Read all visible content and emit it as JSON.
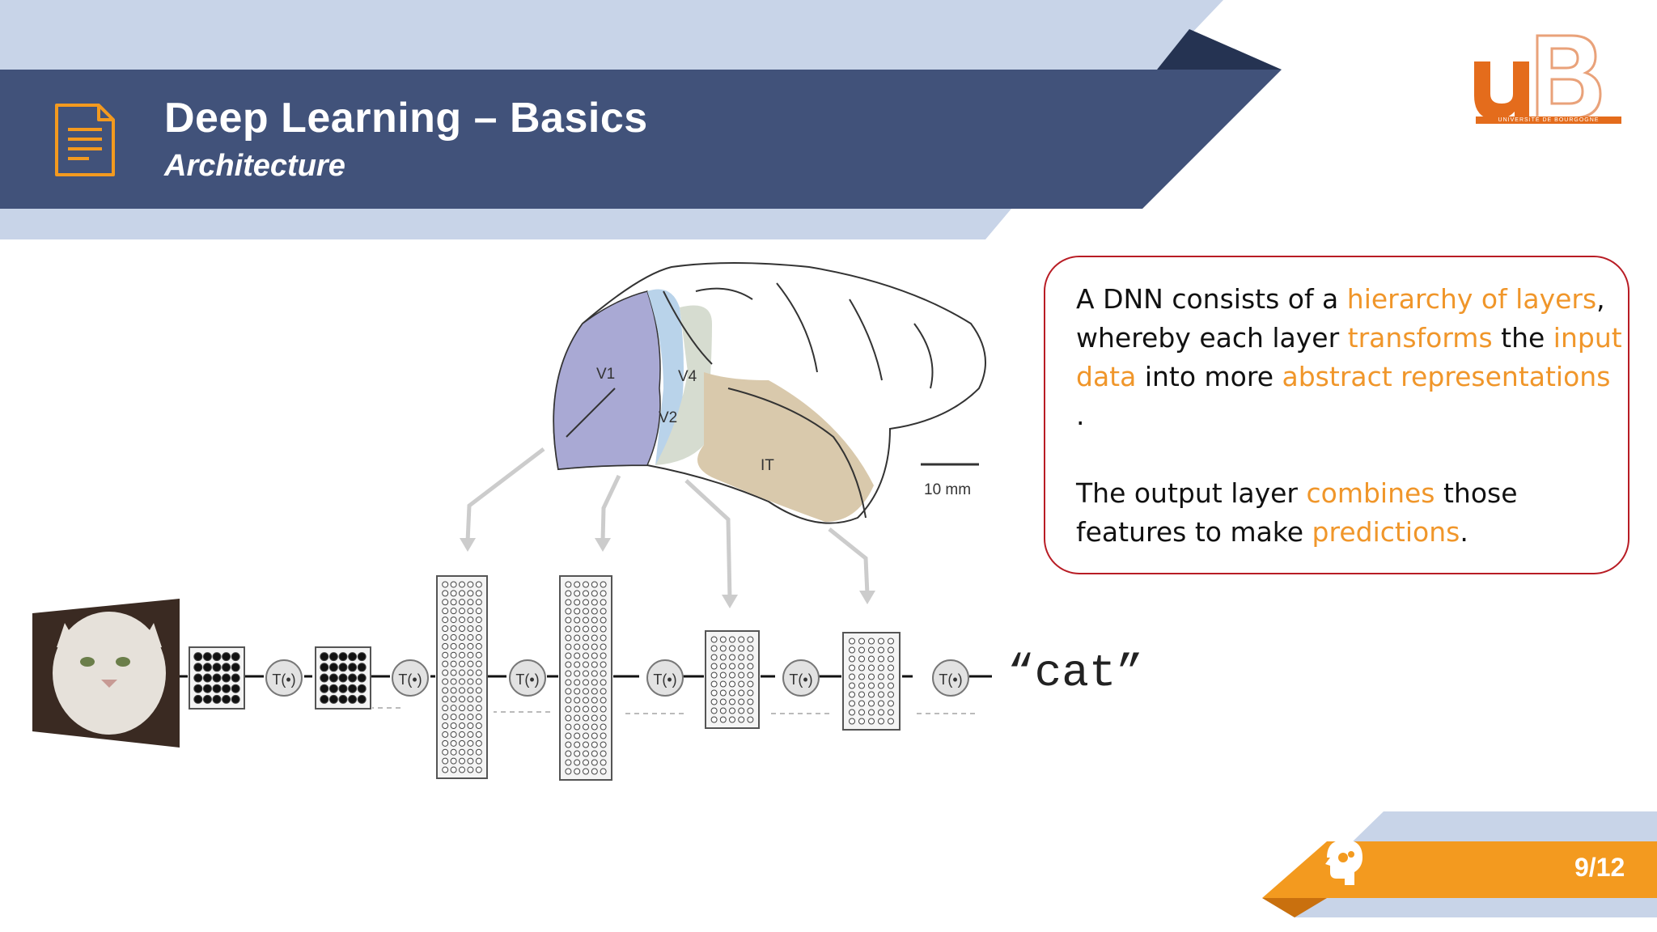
{
  "slide": {
    "title": "Deep Learning – Basics",
    "subtitle": "Architecture",
    "page": "9/12"
  },
  "logo": {
    "text": "uB",
    "subtext": "UNIVERSITÉ DE BOURGOGNE"
  },
  "callout": {
    "p1": [
      {
        "t": "A DNN consists of a ",
        "h": false
      },
      {
        "t": "hierarchy of layers",
        "h": true
      },
      {
        "t": ", whereby each layer ",
        "h": false
      },
      {
        "t": "transforms",
        "h": true
      },
      {
        "t": " the ",
        "h": false
      },
      {
        "t": "input data",
        "h": true
      },
      {
        "t": " into more ",
        "h": false
      },
      {
        "t": "abstract representations",
        "h": true
      },
      {
        "t": " .",
        "h": false
      }
    ],
    "p2": [
      {
        "t": "The output layer ",
        "h": false
      },
      {
        "t": "combines",
        "h": true
      },
      {
        "t": " those features to make ",
        "h": false
      },
      {
        "t": "predictions",
        "h": true
      },
      {
        "t": ".",
        "h": false
      }
    ]
  },
  "diagram": {
    "areas": [
      "V1",
      "V2",
      "V4",
      "IT"
    ],
    "scale_label": "10 mm",
    "transform_label": "T(•)",
    "output_label": "“cat”"
  },
  "icons": [
    "document-icon",
    "brain-head-icon"
  ],
  "colors": {
    "header_dark": "#41527a",
    "header_light": "#c8d4e8",
    "accent": "#f39a1f",
    "callout_border": "#b81c24",
    "highlight": "#f0962a"
  }
}
